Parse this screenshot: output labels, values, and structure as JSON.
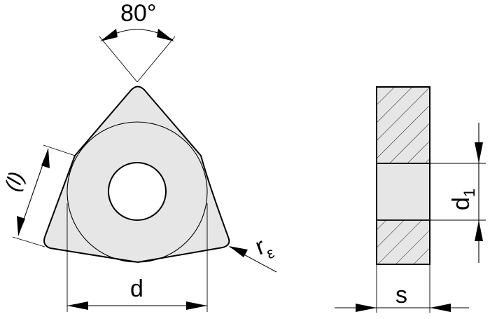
{
  "front_view": {
    "angle_label": "80°",
    "edge_length_label": "(l)",
    "diameter_label": "d",
    "radius_label_main": "r",
    "radius_label_sub": "ε"
  },
  "side_view": {
    "thickness_label": "s",
    "hole_diameter_label_main": "d",
    "hole_diameter_label_sub": "1"
  },
  "colors": {
    "fill": "#e6e6e6",
    "stroke": "#000000",
    "background": "#ffffff"
  }
}
